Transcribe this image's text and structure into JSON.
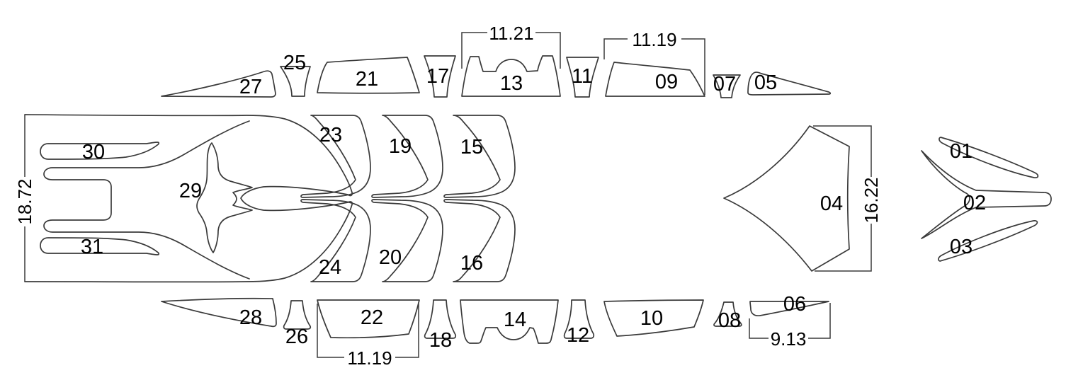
{
  "diagram": {
    "description": "template pattern sheet with numbered cut pieces and dimensions",
    "colors": {
      "background": "#ffffff",
      "line": "#3a3a3a",
      "text": "#000000"
    },
    "pieces": {
      "p01": {
        "label": "01"
      },
      "p02": {
        "label": "02"
      },
      "p03": {
        "label": "03"
      },
      "p04": {
        "label": "04"
      },
      "p05": {
        "label": "05"
      },
      "p06": {
        "label": "06"
      },
      "p07": {
        "label": "07"
      },
      "p08": {
        "label": "08"
      },
      "p09": {
        "label": "09"
      },
      "p10": {
        "label": "10"
      },
      "p11": {
        "label": "11"
      },
      "p12": {
        "label": "12"
      },
      "p13": {
        "label": "13"
      },
      "p14": {
        "label": "14"
      },
      "p15": {
        "label": "15"
      },
      "p16": {
        "label": "16"
      },
      "p17": {
        "label": "17"
      },
      "p18": {
        "label": "18"
      },
      "p19": {
        "label": "19"
      },
      "p20": {
        "label": "20"
      },
      "p21": {
        "label": "21"
      },
      "p22": {
        "label": "22"
      },
      "p23": {
        "label": "23"
      },
      "p24": {
        "label": "24"
      },
      "p25": {
        "label": "25"
      },
      "p26": {
        "label": "26"
      },
      "p27": {
        "label": "27"
      },
      "p28": {
        "label": "28"
      },
      "p29": {
        "label": "29"
      },
      "p30": {
        "label": "30"
      },
      "p31": {
        "label": "31"
      }
    },
    "dimensions": {
      "width_13": {
        "label": "11.21"
      },
      "width_09": {
        "label": "11.19"
      },
      "height_left": {
        "label": "18.72"
      },
      "height_04": {
        "label": "16.22"
      },
      "width_22": {
        "label": "11.19"
      },
      "width_06": {
        "label": "9.13"
      }
    }
  }
}
